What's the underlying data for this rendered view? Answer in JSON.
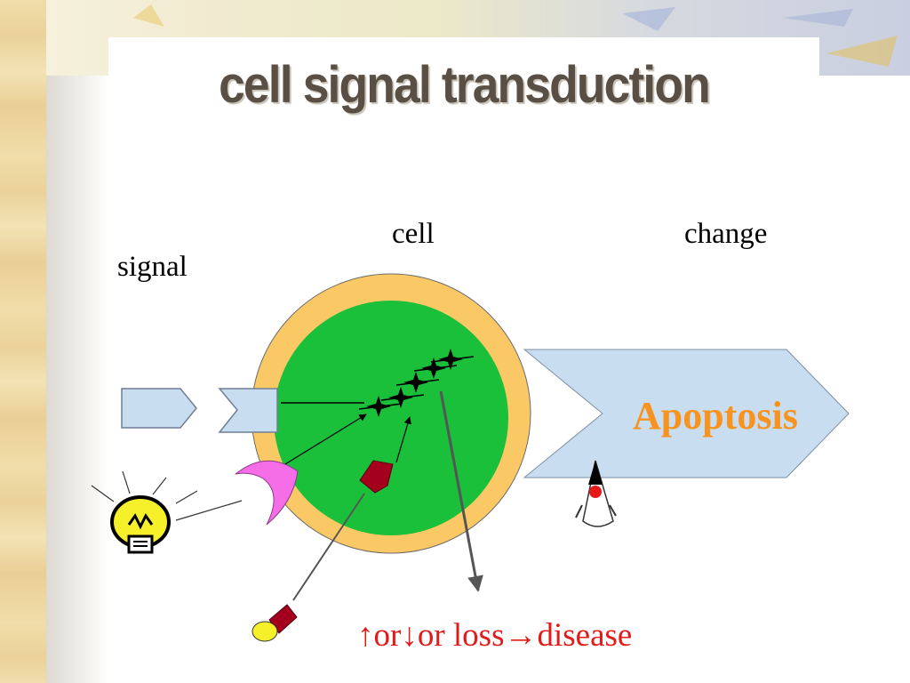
{
  "slide": {
    "title": "cell signal transduction"
  },
  "labels": {
    "signal": "signal",
    "cell": "cell",
    "change": "change",
    "apoptosis": "Apoptosis",
    "disease_note": "↑or↓or loss→disease"
  },
  "icons": {
    "lightbulb": "lightbulb-icon",
    "cone": "cone-figure-icon",
    "pen": "pen-marker-icon"
  },
  "colors": {
    "title": "#5a4f44",
    "cell_inner": "#1abf3a",
    "cell_outer": "#fbc866",
    "arrow_fill": "#c9ddf0",
    "apoptosis": "#f7931e",
    "disease": "#e31a1a",
    "receptor": "#f56ee8",
    "marker": "#a4001d"
  }
}
